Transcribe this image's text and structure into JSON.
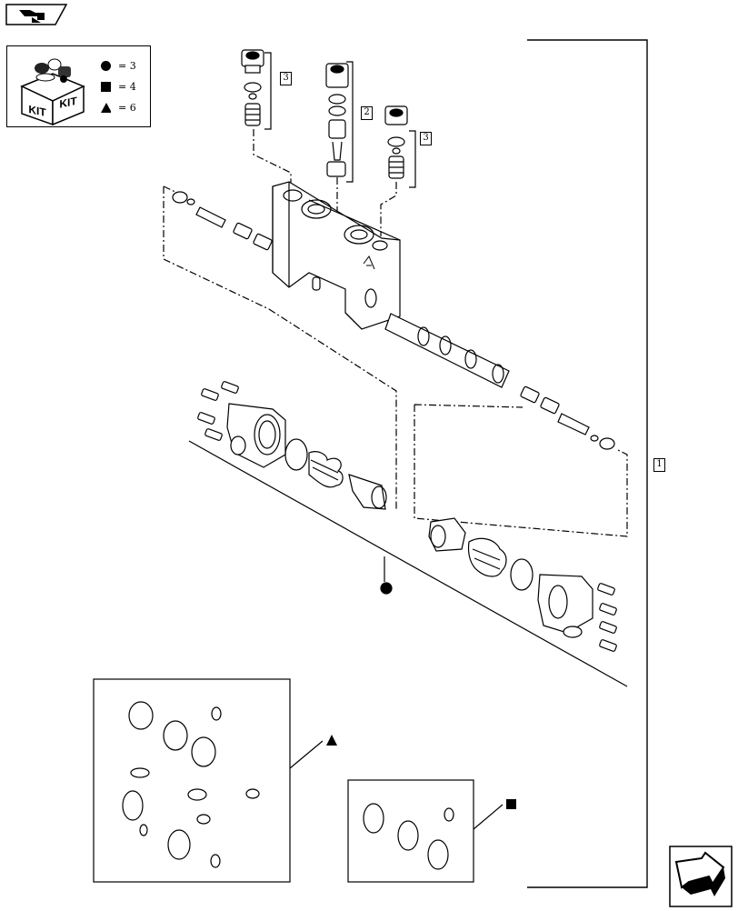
{
  "nav": {
    "back_icon": "back-arrow-icon",
    "next_icon": "next-page-arrow-icon"
  },
  "kit_legend": {
    "kit_text_1": "KIT",
    "kit_text_2": "KIT",
    "items": [
      {
        "symbol": "circle",
        "value": "= 3"
      },
      {
        "symbol": "square",
        "value": "= 4"
      },
      {
        "symbol": "triangle",
        "value": "= 6"
      }
    ]
  },
  "callouts": {
    "relief_valve_top": "3",
    "relief_valve_middle": "2",
    "relief_valve_right": "3",
    "section_assembly": "1"
  },
  "kit_markers": {
    "spool_kit": "circle",
    "seal_kit_large": "triangle",
    "seal_kit_small": "square"
  }
}
